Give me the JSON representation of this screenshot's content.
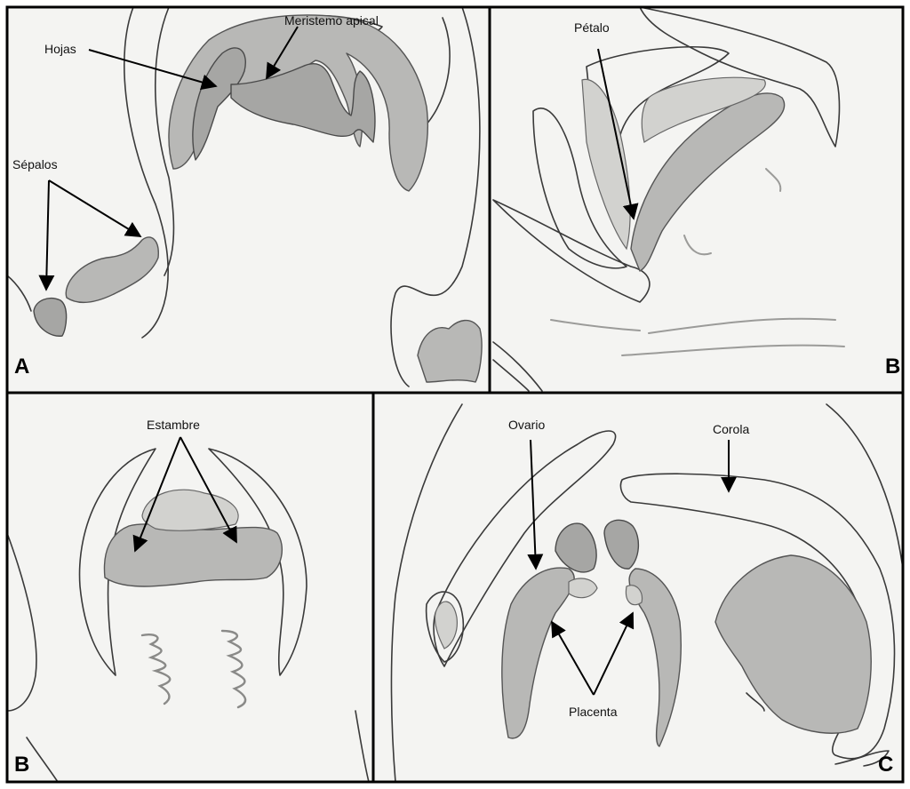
{
  "panels": [
    {
      "letter": "A",
      "labels": [
        "Meristemo apical",
        "Hojas",
        "Sépalos"
      ]
    },
    {
      "letter": "B",
      "labels": [
        "Pétalo"
      ]
    },
    {
      "letter": "B",
      "labels": [
        "Estambre"
      ]
    },
    {
      "letter": "C",
      "labels": [
        "Ovario",
        "Corola",
        "Placenta"
      ]
    }
  ]
}
